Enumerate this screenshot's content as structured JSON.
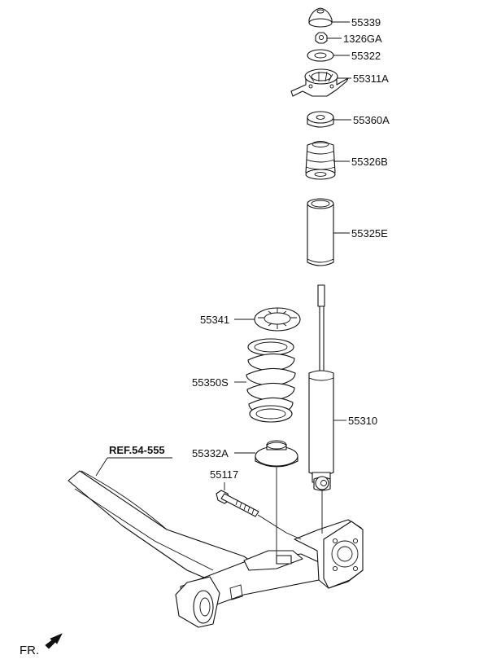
{
  "parts": [
    {
      "id": "bump-cap",
      "number": "55339"
    },
    {
      "id": "lock-nut",
      "number": "1326GA"
    },
    {
      "id": "washer",
      "number": "55322"
    },
    {
      "id": "strut-mount",
      "number": "55311A"
    },
    {
      "id": "mount-insulator",
      "number": "55360A"
    },
    {
      "id": "bump-stopper",
      "number": "55326B"
    },
    {
      "id": "dust-cover",
      "number": "55325E"
    },
    {
      "id": "upper-spring-pad",
      "number": "55341"
    },
    {
      "id": "coil-spring",
      "number": "55350S"
    },
    {
      "id": "shock-absorber",
      "number": "55310"
    },
    {
      "id": "lower-spring-pad",
      "number": "55332A"
    },
    {
      "id": "mounting-bolt",
      "number": "55117"
    }
  ],
  "reference": "REF.54-555",
  "direction": "FR.",
  "colors": {
    "line": "#111111",
    "fill": "#ffffff"
  }
}
